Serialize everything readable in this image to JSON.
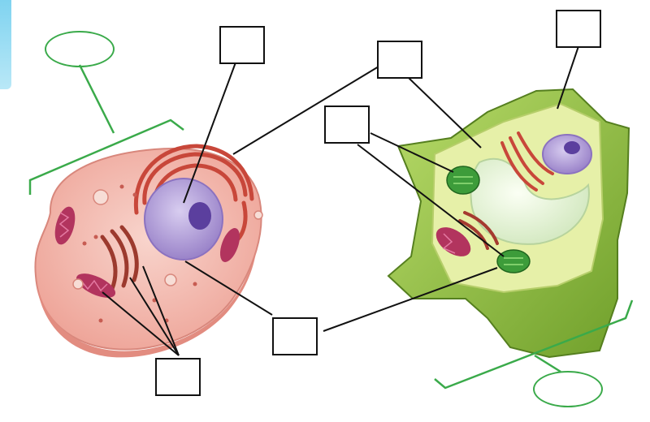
{
  "diagram": {
    "colors": {
      "animal_cytoplasm": "#f3b7ad",
      "animal_membrane": "#e9968c",
      "nucleus": "#b9a3dc",
      "nucleolus": "#5b3f9e",
      "er": "#c8473a",
      "mitochondria": "#b2345e",
      "plant_wall": "#8fbf3c",
      "plant_cytoplasm": "#e6f0a8",
      "vacuole": "#e9f3e4",
      "chloroplast": "#3d9c3a",
      "bracket": "#3aaa4a",
      "leader": "#111111"
    },
    "label_boxes": [
      {
        "id": "box-top-animal",
        "text": ""
      },
      {
        "id": "box-top-shared",
        "text": ""
      },
      {
        "id": "box-top-right",
        "text": ""
      },
      {
        "id": "box-chloroplast",
        "text": ""
      },
      {
        "id": "box-bottom-shared",
        "text": ""
      },
      {
        "id": "box-bottom-left",
        "text": ""
      }
    ],
    "ovals": [
      {
        "id": "oval-animal",
        "text": ""
      },
      {
        "id": "oval-plant",
        "text": ""
      }
    ]
  }
}
